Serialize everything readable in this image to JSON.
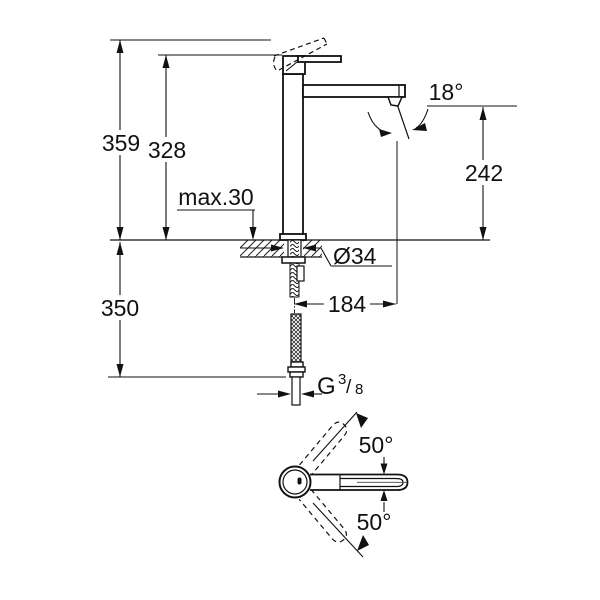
{
  "drawing": {
    "type": "technical dimension drawing - single-lever basin mixer faucet, side view with mounting parts and top view of swivel spout",
    "background": "#ffffff",
    "line_color": "#111111",
    "labels": {
      "total_height": "359",
      "height_to_lever": "328",
      "max_deck_thickness": "max.30",
      "spout_angle": "18°",
      "outlet_height": "242",
      "hole_diameter": "Ø34",
      "spout_reach": "184",
      "below_deck_length": "350",
      "thread_g": "G",
      "thread_num": "3",
      "thread_slash": "/",
      "thread_den": "8",
      "swivel_up": "50°",
      "swivel_down": "50°"
    }
  }
}
